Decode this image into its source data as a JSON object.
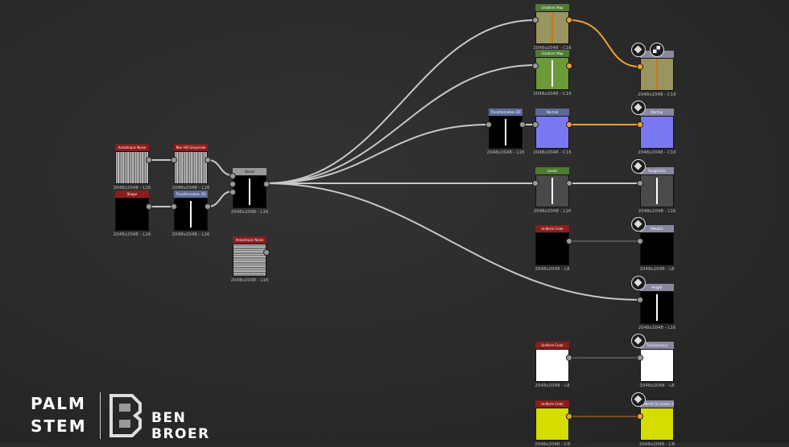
{
  "graph": {
    "res_l16": "2048x2048 - L16",
    "res_c16": "2048x2048 - C16",
    "res_l8": "2048x2048 - L8",
    "res_c8": "2048x2048 - C8",
    "nodes": {
      "aniso1": {
        "title": "Anisotropic Noise"
      },
      "histo": {
        "title": "Blur HQ Grayscale"
      },
      "shape": {
        "title": "Shape"
      },
      "transform1": {
        "title": "Transformation 2D"
      },
      "blend": {
        "title": "Blend"
      },
      "aniso2": {
        "title": "Anisotropic Noise"
      },
      "gradient1": {
        "title": "Gradient Map"
      },
      "gradient2": {
        "title": "Gradient Map"
      },
      "transform2": {
        "title": "Transformation 2D"
      },
      "normal": {
        "title": "Normal"
      },
      "levels": {
        "title": "Levels"
      },
      "uniform1": {
        "title": "Uniform Color"
      },
      "uniform2": {
        "title": "Uniform Color"
      },
      "uniform3": {
        "title": "Uniform Color"
      },
      "out_basecolor": {
        "title": ""
      },
      "out_normal": {
        "title": "Normal"
      },
      "out_roughness": {
        "title": "Roughness"
      },
      "out_metallic": {
        "title": "Metallic"
      },
      "out_height": {
        "title": "Height"
      },
      "out_translucency": {
        "title": "Translucency"
      },
      "out_emissive": {
        "title": "Ambient Occlusion Scale"
      }
    }
  },
  "colors": {
    "wire": "#c8c8c8",
    "wire_orange": "#f0a030",
    "header_red": "#8c1c1c",
    "header_green": "#4f7a32",
    "header_blue": "#5a6a9a",
    "header_gray": "#999999",
    "header_output": "#8888a0",
    "olive": "#9a9460",
    "green": "#6a9a3a",
    "purple_normal": "#7a78f0",
    "yellow": "#d4dc00"
  },
  "logo": {
    "line1": "PALM",
    "line2": "STEM",
    "name": "BEN BROER"
  }
}
